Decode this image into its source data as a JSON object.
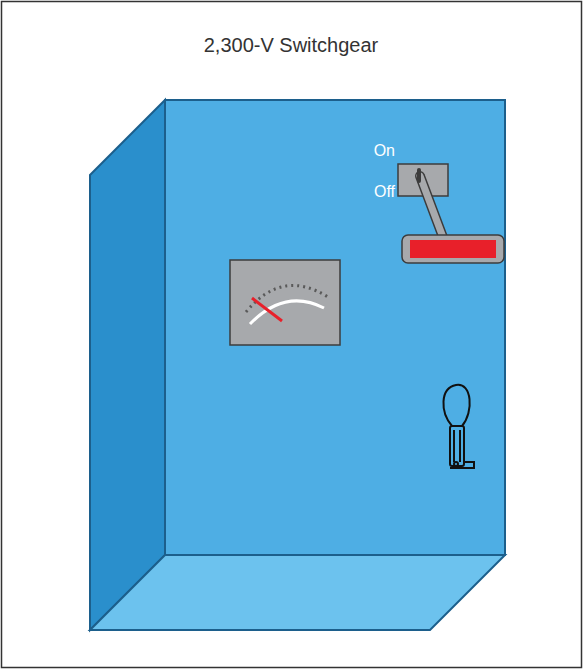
{
  "diagram": {
    "title": "2,300-V Switchgear",
    "labels": [
      "On",
      "Off"
    ]
  }
}
